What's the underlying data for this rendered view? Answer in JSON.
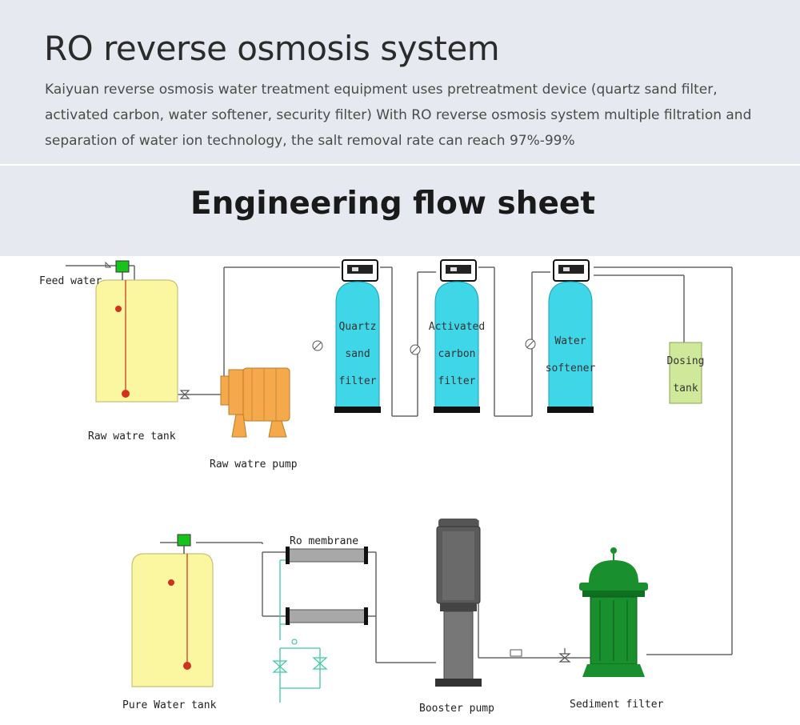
{
  "header": {
    "title": "RO reverse osmosis system",
    "description": "Kaiyuan reverse osmosis water treatment equipment uses pretreatment device (quartz sand filter, activated carbon, water softener, security filter) With RO reverse osmosis system multiple filtration and separation of water ion technology, the salt removal rate can reach 97%-99%"
  },
  "section": {
    "heading": "Engineering flow sheet"
  },
  "diagram": {
    "feed_water": "Feed water",
    "raw_water_tank": "Raw watre tank",
    "raw_water_pump": "Raw watre pump",
    "quartz": [
      "Quartz",
      "sand",
      "filter"
    ],
    "carbon": [
      "Activated",
      "carbon",
      "filter"
    ],
    "softener": [
      "Water",
      "softener"
    ],
    "dosing": [
      "Dosing",
      "tank"
    ],
    "ro_membrane": "Ro membrane",
    "pure_water_tank": "Pure Water tank",
    "booster_pump": "Booster pump",
    "sediment_filter": "Sediment filter"
  },
  "colors": {
    "tank_yellow": "#fbf6a0",
    "filter_cyan": "#3fd6e8",
    "pump_orange": "#f5a94a",
    "sediment_green": "#1a8f2e",
    "dosing_green": "#cfe89a",
    "membrane_gray": "#a8a8a8",
    "booster_gray": "#555555"
  }
}
